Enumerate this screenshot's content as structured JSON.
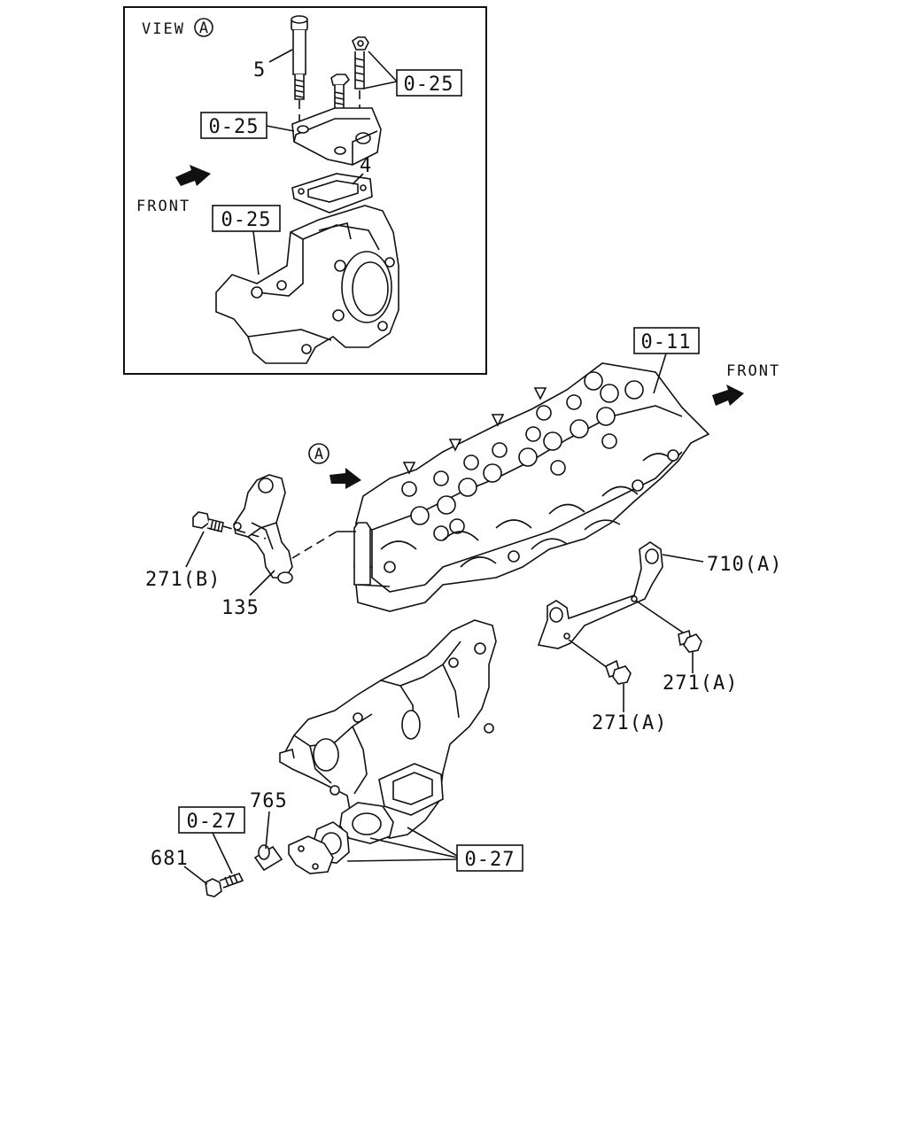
{
  "inset": {
    "view_title": "VIEW",
    "view_marker": "A",
    "front_label": "FRONT",
    "part_5": "5",
    "part_4": "4",
    "ref_stud_nut": "0-25",
    "ref_housing": "0-25",
    "ref_body": "0-25"
  },
  "main": {
    "ref_head": "0-11",
    "front_label": "FRONT",
    "view_marker": "A",
    "part_271b": "271(B)",
    "part_135": "135",
    "part_710a": "710(A)",
    "part_271a_right": "271(A)",
    "part_271a_left": "271(A)",
    "part_765": "765",
    "part_681": "681",
    "ref_stud": "0-27",
    "ref_manifold": "0-27"
  }
}
